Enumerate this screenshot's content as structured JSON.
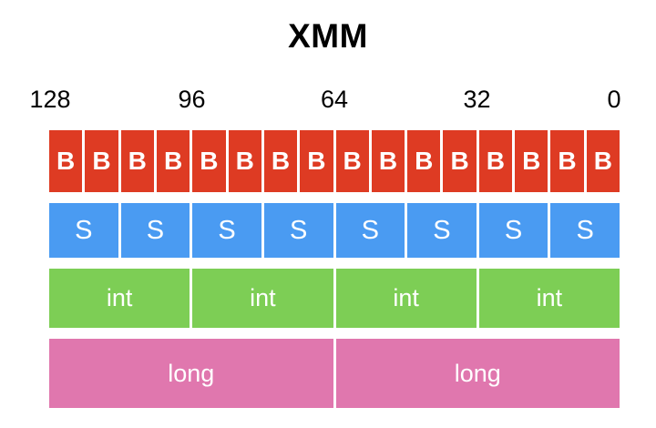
{
  "diagram": {
    "title": "XMM",
    "bit_labels": [
      {
        "text": "128",
        "bit": 128
      },
      {
        "text": "96",
        "bit": 96
      },
      {
        "text": "64",
        "bit": 64
      },
      {
        "text": "32",
        "bit": 32
      },
      {
        "text": "0",
        "bit": 0
      }
    ],
    "register_bits": 128,
    "rows": [
      {
        "name": "byte-row",
        "type": "byte",
        "color": "#de3b23",
        "cell_bits": 8,
        "count": 16,
        "cells": [
          "B",
          "B",
          "B",
          "B",
          "B",
          "B",
          "B",
          "B",
          "B",
          "B",
          "B",
          "B",
          "B",
          "B",
          "B",
          "B"
        ]
      },
      {
        "name": "short-row",
        "type": "short",
        "color": "#4a9bf2",
        "cell_bits": 16,
        "count": 8,
        "cells": [
          "S",
          "S",
          "S",
          "S",
          "S",
          "S",
          "S",
          "S"
        ]
      },
      {
        "name": "int-row",
        "type": "int",
        "color": "#7dce55",
        "cell_bits": 32,
        "count": 4,
        "cells": [
          "int",
          "int",
          "int",
          "int"
        ]
      },
      {
        "name": "long-row",
        "type": "long",
        "color": "#e077ae",
        "cell_bits": 64,
        "count": 2,
        "cells": [
          "long",
          "long"
        ]
      }
    ]
  }
}
